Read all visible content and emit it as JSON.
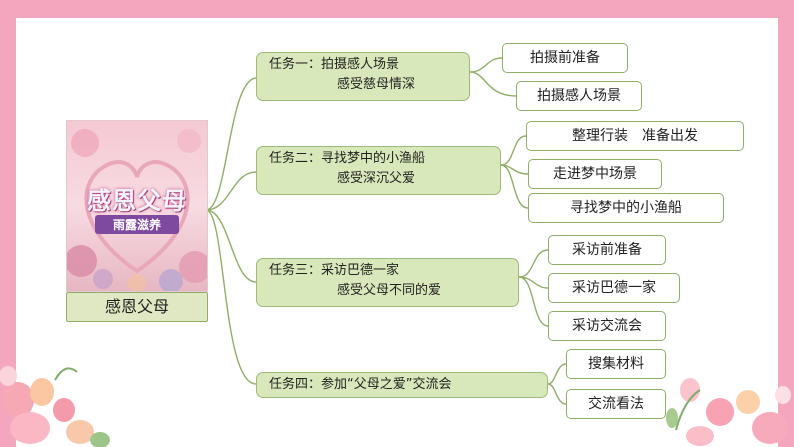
{
  "poster": {
    "title": "感恩父母",
    "subtitle": "雨露滋养"
  },
  "root": {
    "label": "感恩父母"
  },
  "tasks": [
    {
      "line1": "任务一：拍摄感人场景",
      "line2": "感受慈母情深",
      "subtasks": [
        "拍摄前准备",
        "拍摄感人场景"
      ]
    },
    {
      "line1": "任务二：寻找梦中的小渔船",
      "line2": "感受深沉父爱",
      "subtasks": [
        "整理行装　准备出发",
        "走进梦中场景",
        "寻找梦中的小渔船"
      ]
    },
    {
      "line1": "任务三：采访巴德一家",
      "line2": "感受父母不同的爱",
      "subtasks": [
        "采访前准备",
        "采访巴德一家",
        "采访交流会"
      ]
    },
    {
      "line1": "任务四：参加“父母之爱”交流会",
      "line2": "",
      "subtasks": [
        "搜集材料",
        "交流看法"
      ]
    }
  ],
  "colors": {
    "background": "#f3a6bd",
    "task_fill": "#d9e8bb",
    "task_border": "#9cba78",
    "connector": "#8fae67"
  }
}
